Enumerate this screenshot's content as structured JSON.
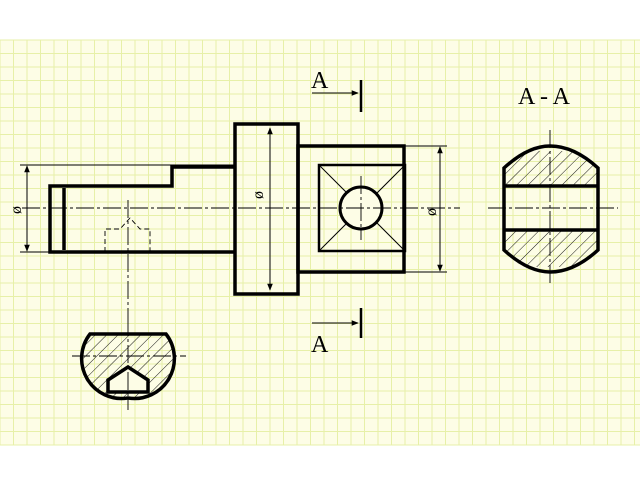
{
  "colors": {
    "background": "#ffffff",
    "paper": "#fdfde6",
    "grid": "#e7f0a8",
    "ink": "#000000"
  },
  "labels": {
    "section_top": "A",
    "section_bottom": "A",
    "section_title": "A - A",
    "diameter_left": "ø",
    "diameter_middle": "ø",
    "diameter_right": "ø"
  }
}
